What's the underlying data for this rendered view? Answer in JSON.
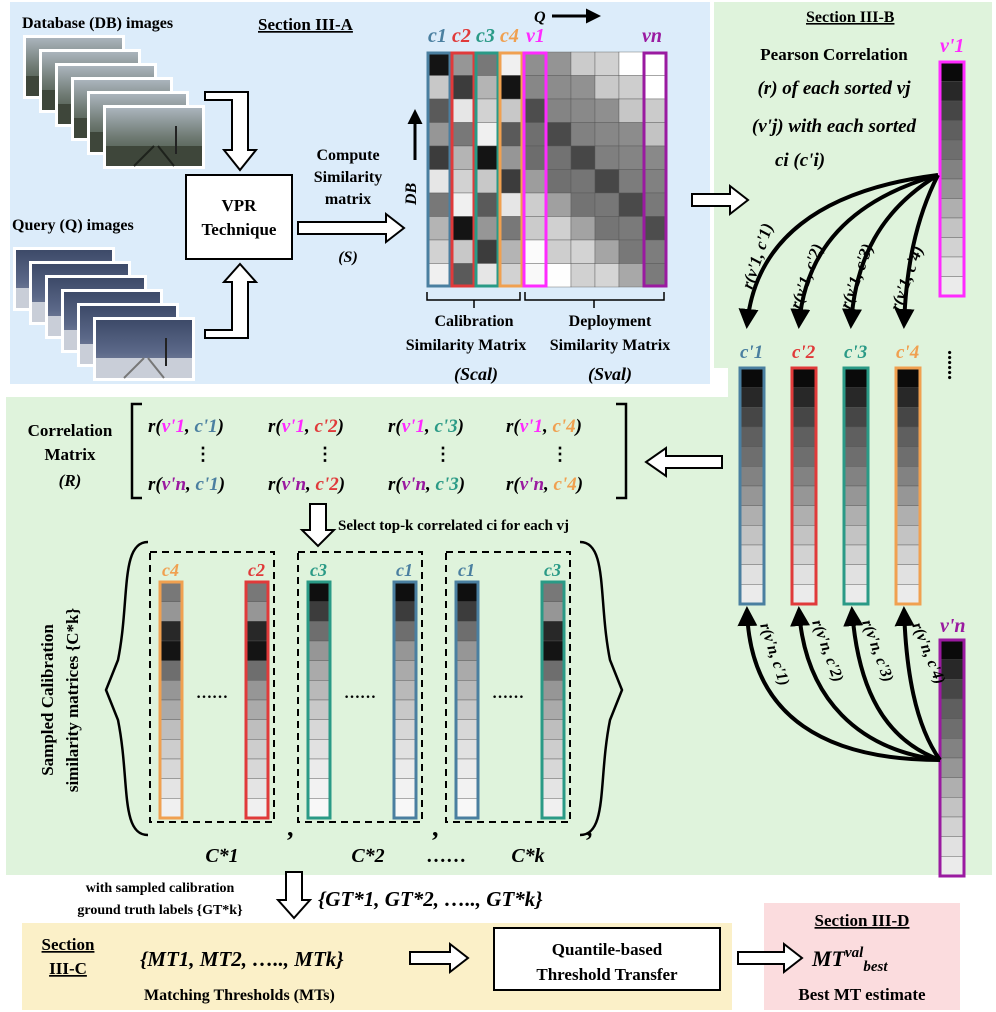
{
  "colors": {
    "c1": "#4a7fa0",
    "c2": "#e03a3a",
    "c3": "#2a9a86",
    "c4": "#f0a050",
    "v1": "#ff2aff",
    "vn": "#9a1aa0",
    "section_a_bg": "#dcecfa",
    "section_b_bg": "#dff3dc",
    "section_c_bg": "#fbf0c8",
    "section_d_bg": "#fbdcde"
  },
  "section_a": {
    "title": "Section III-A",
    "db_caption": "Database (DB) images",
    "query_caption": "Query (Q) images",
    "vpr_line1": "VPR",
    "vpr_line2": "Technique",
    "compute_line1": "Compute",
    "compute_line2": "Similarity",
    "compute_line3": "matrix",
    "compute_symbol": "(S)",
    "axis_q": "Q",
    "axis_db": "DB",
    "col_c1": "c1",
    "col_c2": "c2",
    "col_c3": "c3",
    "col_c4": "c4",
    "col_v1": "v1",
    "col_vn": "vn",
    "calib_line1": "Calibration",
    "calib_line2": "Similarity Matrix",
    "calib_symbol": "(Scal)",
    "deploy_line1": "Deployment",
    "deploy_line2": "Similarity Matrix",
    "deploy_symbol": "(Sval)"
  },
  "section_b": {
    "title": "Section III-B",
    "desc_line1": "Pearson Correlation",
    "desc_line2": "(r) of each sorted vj",
    "desc_line3": "(v'j) with each sorted",
    "desc_line4": "ci (c'i)",
    "top_vector_label": "v'1",
    "bottom_vector_label": "v'n",
    "sorted_labels": [
      "c'1",
      "c'2",
      "c'3",
      "c'4"
    ],
    "top_arrow_labels": [
      "r(v'1, c'1)",
      "r(v'1, c'2)",
      "r(v'1, c'3)",
      "r(v'1, c'4)"
    ],
    "bottom_arrow_labels": [
      "r(v'n, c'1)",
      "r(v'n, c'2)",
      "r(v'n, c'3)",
      "r(v'n, c'4)"
    ],
    "ellipsis": "......"
  },
  "correlation": {
    "label_line1": "Correlation",
    "label_line2": "Matrix",
    "label_line3": "(R)",
    "row1": [
      "r(v'1, c'1)",
      "r(v'1, c'2)",
      "r(v'1, c'3)",
      "r(v'1, c'4)"
    ],
    "row2": [
      "r(v'n, c'1)",
      "r(v'n, c'2)",
      "r(v'n, c'3)",
      "r(v'n, c'4)"
    ],
    "vdots": "⋮",
    "select_text": "Select top-k correlated ci for each vj"
  },
  "sampled": {
    "side_label_line1": "Sampled Calibration",
    "side_label_line2": "similarity matrices {C*k}",
    "groups": [
      {
        "left": "c4",
        "right": "c2",
        "name": "C*1"
      },
      {
        "left": "c3",
        "right": "c1",
        "name": "C*2"
      },
      {
        "left": "c1",
        "right": "c3",
        "name": "C*k"
      }
    ],
    "dots": "……",
    "between": "……"
  },
  "gt": {
    "caption_line1": "with sampled calibration",
    "caption_line2": "ground truth labels {GT*k}",
    "set": "{GT*1, GT*2, ….., GT*k}"
  },
  "section_c": {
    "title_line1": "Section",
    "title_line2": "III-C",
    "mt_set": "{MT1, MT2, ….., MTk}",
    "mt_caption": "Matching Thresholds (MTs)",
    "transfer_line1": "Quantile-based",
    "transfer_line2": "Threshold Transfer"
  },
  "section_d": {
    "title": "Section III-D",
    "estimate": "MTval best",
    "caption": "Best MT estimate"
  }
}
